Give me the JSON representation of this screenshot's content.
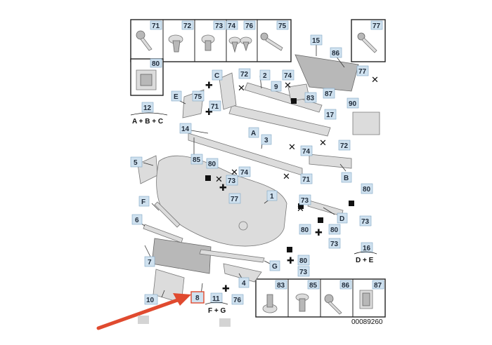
{
  "diagram": {
    "top_left_hardware": [
      "71",
      "72",
      "73",
      "74",
      "76",
      "75",
      "80"
    ],
    "top_right_hardware": [
      "77"
    ],
    "bottom_right_hardware": [
      "83",
      "85",
      "86",
      "87"
    ],
    "callouts": {
      "c12": "12",
      "c12_sub": "A + B + C",
      "c11": "11",
      "c11_sub": "F + G",
      "c16": "16",
      "c16_sub": "D + E",
      "c15": "15",
      "c86": "86",
      "c77": "77",
      "c72a": "72",
      "cC": "C",
      "c2": "2",
      "c74a": "74",
      "c9": "9",
      "c83": "83",
      "c87": "87",
      "c75": "75",
      "cE": "E",
      "c71a": "71",
      "c17": "17",
      "c90": "90",
      "c14": "14",
      "cA": "A",
      "c3": "3",
      "c74b": "74",
      "c72b": "72",
      "c85": "85",
      "c5": "5",
      "c80a": "80",
      "c74c": "74",
      "c73a": "73",
      "c71b": "71",
      "cB": "B",
      "c77b": "77",
      "c1": "1",
      "c73b": "73",
      "c80b": "80",
      "cF": "F",
      "cD": "D",
      "c80c": "80",
      "c80d": "80",
      "c73c": "73",
      "c6": "6",
      "c73d": "73",
      "c7": "7",
      "c80e": "80",
      "c73e": "73",
      "cG": "G",
      "c4": "4",
      "c10": "10",
      "c8": "8",
      "c76": "76"
    },
    "reference": "00089260"
  },
  "highlight": {
    "color": "#e04a2f"
  }
}
